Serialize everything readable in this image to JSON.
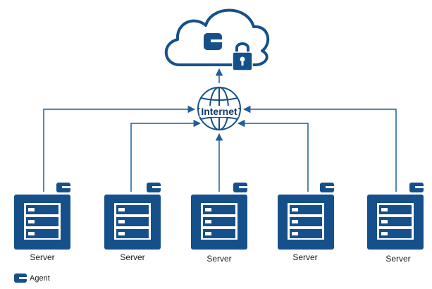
{
  "colors": {
    "primary": "#15508a",
    "line": "#1f5e9a",
    "panel_light": "#ffffff"
  },
  "cloud": {
    "icons": [
      "agent-icon",
      "padlock-icon"
    ]
  },
  "internet": {
    "label": "Internet",
    "icon": "globe-icon"
  },
  "servers": [
    {
      "label": "Server",
      "icon": "server-rack-icon",
      "agent_icon": "agent-icon"
    },
    {
      "label": "Server",
      "icon": "server-rack-icon",
      "agent_icon": "agent-icon"
    },
    {
      "label": "Server",
      "icon": "server-rack-icon",
      "agent_icon": "agent-icon"
    },
    {
      "label": "Server",
      "icon": "server-rack-icon",
      "agent_icon": "agent-icon"
    },
    {
      "label": "Server",
      "icon": "server-rack-icon",
      "agent_icon": "agent-icon"
    }
  ],
  "legend": {
    "label": "Agent",
    "icon": "agent-icon"
  }
}
